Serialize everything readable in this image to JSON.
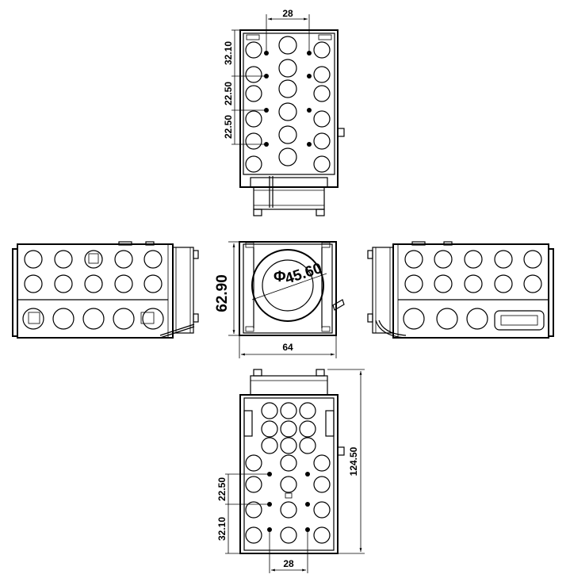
{
  "dimensions": {
    "top_width": "28",
    "top_v1": "32.10",
    "top_v2": "22.50",
    "top_v3": "22.50",
    "front_height": "62.90",
    "front_diameter": "45.60",
    "front_diameter_symbol": "Φ",
    "front_width": "64",
    "bottom_length": "124.50",
    "bottom_v1": "22.50",
    "bottom_v2": "32.10",
    "bottom_width": "28"
  }
}
